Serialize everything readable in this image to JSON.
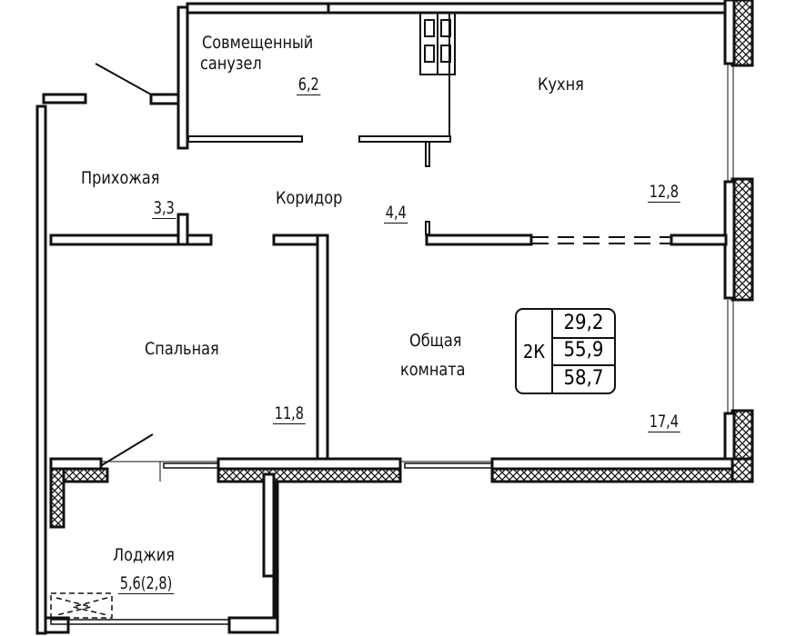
{
  "rooms": {
    "bathroom": {
      "name_line1": "Совмещенный",
      "name_line2": "санузел",
      "area": "6,2"
    },
    "kitchen": {
      "name": "Кухня",
      "area": "12,8"
    },
    "hallway": {
      "name": "Прихожая",
      "area": "3,3"
    },
    "corridor": {
      "name": "Коридор",
      "area": "4,4"
    },
    "bedroom": {
      "name": "Спальная",
      "area": "11,8"
    },
    "living": {
      "name_line1": "Общая",
      "name_line2": "комната",
      "area": "17,4"
    },
    "loggia": {
      "name": "Лоджия",
      "area": "5,6(2,8)"
    }
  },
  "summary": {
    "type": "2К",
    "living_area": "29,2",
    "total_area": "55,9",
    "total_with_loggia": "58,7"
  }
}
